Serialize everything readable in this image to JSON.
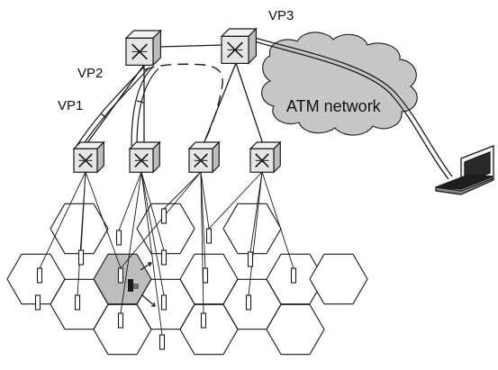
{
  "labels": {
    "vp1": "VP1",
    "vp2": "VP2",
    "vp3": "VP3",
    "network": "ATM network"
  },
  "colors": {
    "line": "#1a1a1a",
    "cloud_fill": "#c9c9c9",
    "highlight_cell": "#bdbdbd",
    "switch_fill": "#e6e6e6"
  },
  "icons": {
    "switch": "atm-switch-icon",
    "terminal": "laptop-icon",
    "base_station": "base-station-icon",
    "mobile": "mobile-terminal-icon"
  }
}
